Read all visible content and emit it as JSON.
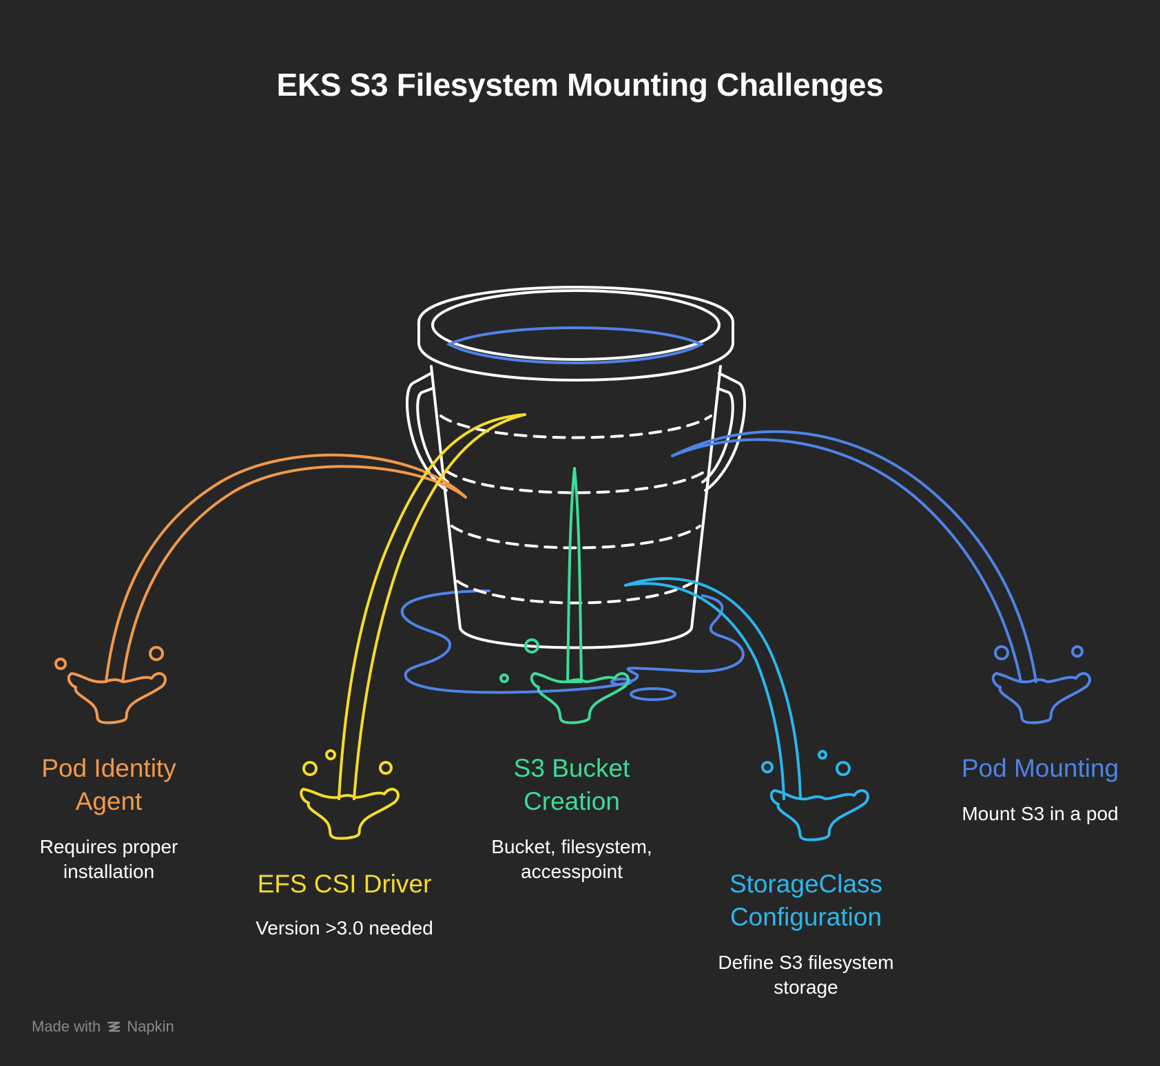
{
  "title": "EKS S3 Filesystem Mounting Challenges",
  "colors": {
    "background": "#262626",
    "bucket": "#ffffff",
    "water": "#4f84e8",
    "orange": "#f2994a",
    "yellow": "#f5dc2a",
    "green": "#3ddc97",
    "cyan": "#2ab7ef",
    "blue": "#4f84e8"
  },
  "items": [
    {
      "label": "Pod Identity\nAgent",
      "description": "Requires proper\ninstallation",
      "color": "#f2994a"
    },
    {
      "label": "EFS CSI Driver",
      "description": "Version >3.0 needed",
      "color": "#f5dc2a"
    },
    {
      "label": "S3 Bucket\nCreation",
      "description": "Bucket, filesystem,\naccesspoint",
      "color": "#3ddc97"
    },
    {
      "label": "StorageClass\nConfiguration",
      "description": "Define S3 filesystem\nstorage",
      "color": "#2ab7ef"
    },
    {
      "label": "Pod Mounting",
      "description": "Mount S3 in a pod",
      "color": "#4f84e8"
    }
  ],
  "footer": {
    "made_with": "Made with",
    "brand": "Napkin"
  }
}
